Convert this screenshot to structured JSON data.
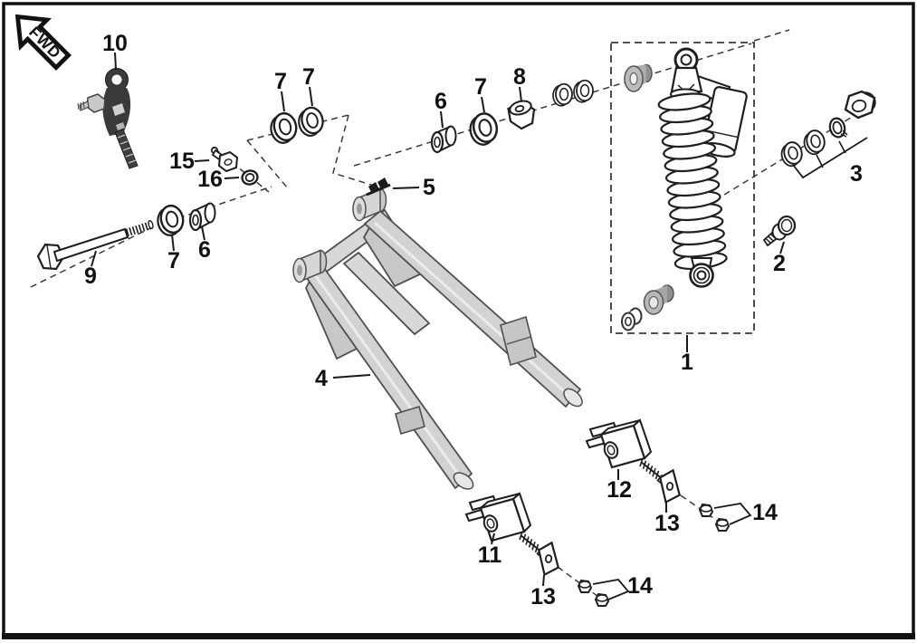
{
  "diagram": {
    "fwd_label": "FWD",
    "background_color": "#ffffff",
    "border_color": "#111111",
    "line_color": "#1f1f1f",
    "dashed_line_color": "#3a3a3a",
    "metal_fill_color": "#d2d2d2",
    "dark_part_color": "#3a3a3a",
    "bushing_fill_color": "#b5b5b5"
  },
  "callouts": [
    {
      "part": "10"
    },
    {
      "part": "7"
    },
    {
      "part": "7"
    },
    {
      "part": "6"
    },
    {
      "part": "7"
    },
    {
      "part": "8"
    },
    {
      "part": "3"
    },
    {
      "part": "2"
    },
    {
      "part": "15"
    },
    {
      "part": "16"
    },
    {
      "part": "5"
    },
    {
      "part": "7"
    },
    {
      "part": "6"
    },
    {
      "part": "9"
    },
    {
      "part": "4"
    },
    {
      "part": "1"
    },
    {
      "part": "12"
    },
    {
      "part": "13"
    },
    {
      "part": "14"
    },
    {
      "part": "11"
    },
    {
      "part": "13"
    },
    {
      "part": "14"
    }
  ]
}
